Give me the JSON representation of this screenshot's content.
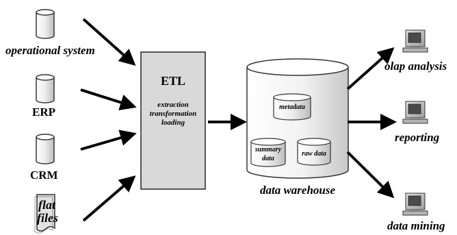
{
  "sources": [
    {
      "id": "operational",
      "label": "operational system",
      "shape": "cylinder-icon"
    },
    {
      "id": "erp",
      "label": "ERP",
      "shape": "cylinder-icon"
    },
    {
      "id": "crm",
      "label": "CRM",
      "shape": "cylinder-icon"
    },
    {
      "id": "flat",
      "label_line1": "flat",
      "label_line2": "files",
      "shape": "document-icon"
    }
  ],
  "etl": {
    "title": "ETL",
    "steps": [
      "extraction",
      "transformation",
      "loading"
    ],
    "fill": "#d9d9d9"
  },
  "warehouse": {
    "label": "data warehouse",
    "metadata": "metadata",
    "summary_line1": "summary",
    "summary_line2": "data",
    "raw": "raw data"
  },
  "outputs": [
    {
      "id": "olap",
      "label": "olap analysis",
      "shape": "computer-icon"
    },
    {
      "id": "reporting",
      "label": "reporting",
      "shape": "computer-icon"
    },
    {
      "id": "mining",
      "label": "data mining",
      "shape": "computer-icon"
    }
  ]
}
